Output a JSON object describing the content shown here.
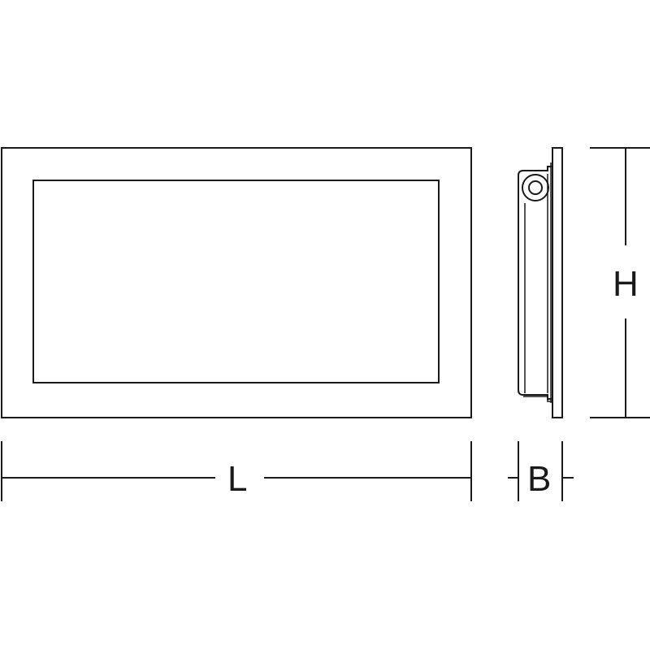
{
  "diagram": {
    "labels": {
      "length": "L",
      "height": "H",
      "depth": "B"
    },
    "colors": {
      "stroke": "#1a1a1a",
      "background": "#ffffff"
    }
  }
}
